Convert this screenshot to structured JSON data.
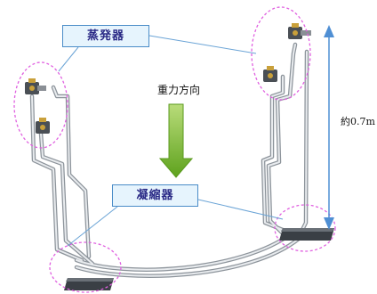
{
  "labels": {
    "evaporator": "蒸発器",
    "condenser": "凝縮器",
    "gravity_direction": "重力方向",
    "height_dimension": "約0.7m"
  },
  "colors": {
    "label_fill": "#e6f4fd",
    "label_border": "#4a8cc8",
    "label_text": "#2a2a86",
    "leader_line": "#6ba4d6",
    "highlight_ellipse": "#e060e0",
    "gravity_arrow": "#76b82a",
    "dimension_arrow": "#4f8fd4",
    "pipe": "#9aa0a6"
  },
  "icons": {
    "gravity": "arrow-down-icon",
    "dimension": "double-headed-vertical-arrow-icon",
    "valve": "valve-icon",
    "base_plate": "heat-sink-plate-icon"
  }
}
